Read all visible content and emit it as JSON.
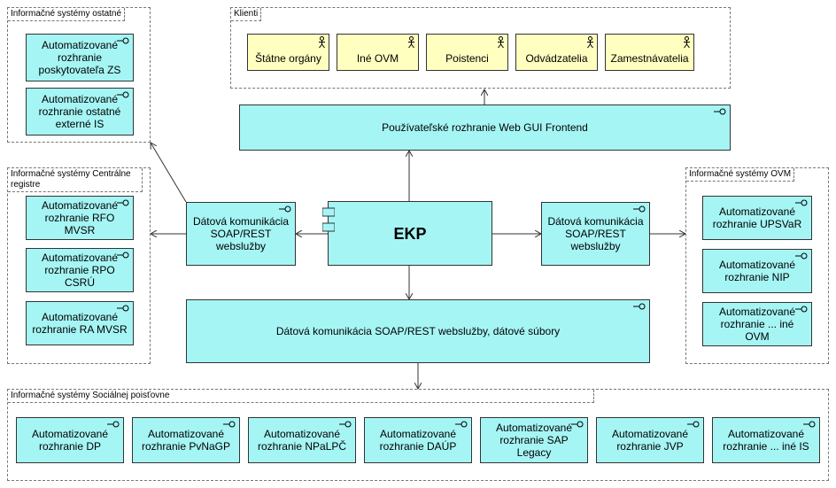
{
  "groups": {
    "ostatne": "Informačné systémy ostatné",
    "klienti": "Klienti",
    "centralne": "Informačné systémy Centrálne registre",
    "ovm": "Informačné systémy OVM",
    "socialna": "Informačné systémy Sociálnej poisťovne"
  },
  "ostatne_items": [
    "Automatizované rozhranie poskytovateľa ZS",
    "Automatizované rozhranie ostatné externé IS"
  ],
  "klienti_items": [
    "Štátne orgány",
    "Iné OVM",
    "Poistenci",
    "Odvádzatelia",
    "Zamestnávatelia"
  ],
  "centralne_items": [
    "Automatizované rozhranie RFO MVSR",
    "Automatizované rozhranie RPO CSRÚ",
    "Automatizované rozhranie RA MVSR"
  ],
  "ovm_items": [
    "Automatizované rozhranie UPSVaR",
    "Automatizované rozhranie NIP",
    "Automatizované rozhranie ... iné OVM"
  ],
  "socialna_items": [
    "Automatizované rozhranie DP",
    "Automatizované rozhranie PvNaGP",
    "Automatizované rozhranie NPaLPČ",
    "Automatizované rozhranie DAÚP",
    "Automatizované rozhranie SAP Legacy",
    "Automatizované rozhranie JVP",
    "Automatizované rozhranie ... iné IS"
  ],
  "center": {
    "gui": "Používateľské rozhranie Web GUI Frontend",
    "ekp": "EKP",
    "comm_left": "Dátová komunikácia SOAP/REST webslužby",
    "comm_right": "Dátová komunikácia SOAP/REST webslužby",
    "comm_bottom": "Dátová komunikácia SOAP/REST webslužby, dátové súbory"
  },
  "colors": {
    "interface": "#a6f5f5",
    "actor": "#ffffc0",
    "border": "#333333"
  }
}
